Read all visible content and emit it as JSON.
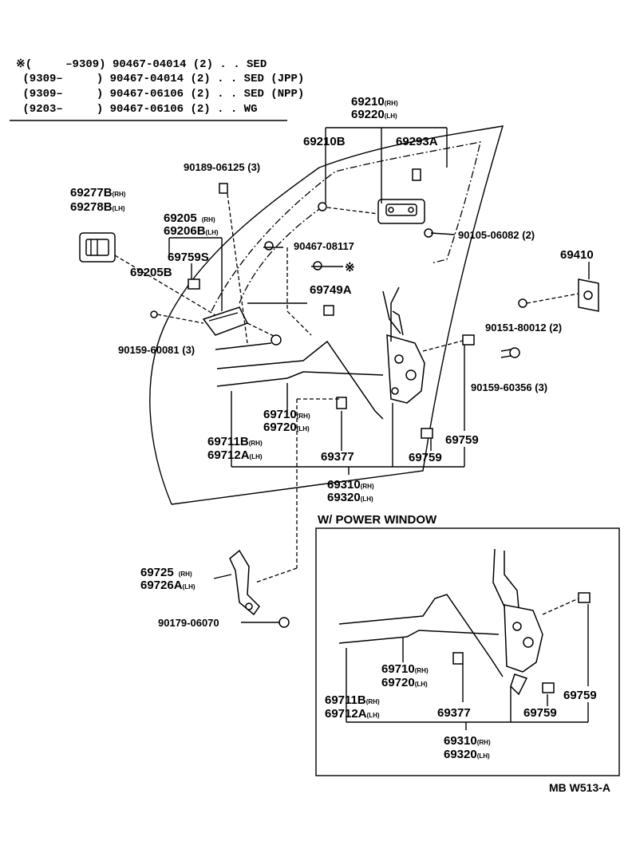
{
  "header_rows": [
    {
      "prefix": "※(     –9309)",
      "part": "90467-04014",
      "qty": "(2)",
      "desc": ". . SED"
    },
    {
      "prefix": " (9309–     )",
      "part": "90467-04014",
      "qty": "(2)",
      "desc": ". . SED (JPP)"
    },
    {
      "prefix": " (9309–     )",
      "part": "90467-06106",
      "qty": "(2)",
      "desc": ". . SED (NPP)"
    },
    {
      "prefix": " (9203–     )",
      "part": "90467-06106",
      "qty": "(2)",
      "desc": ". . WG"
    }
  ],
  "labels": {
    "p69210": "69210",
    "p69220": "69220",
    "p69210B": "69210B",
    "p69293A": "69293A",
    "p90189": "90189-06125 (3)",
    "p69277B": "69277B",
    "p69278B": "69278B",
    "p69205": "69205",
    "p69206B": "69206B",
    "p69759S": "69759S",
    "p69205B": "69205B",
    "p90467_08117": "90467-08117",
    "asterisk": "※",
    "p90105": "90105-06082 (2)",
    "p69410": "69410",
    "p90151": "90151-80012 (2)",
    "p69749A": "69749A",
    "p90159_60081": "90159-60081 (3)",
    "p90159_60356": "90159-60356 (3)",
    "p69710": "69710",
    "p69720": "69720",
    "p69711B": "69711B",
    "p69712A": "69712A",
    "p69377": "69377",
    "p69759a": "69759",
    "p69759b": "69759",
    "p69310": "69310",
    "p69320": "69320",
    "p69725": "69725",
    "p69726A": "69726A",
    "p90179": "90179-06070",
    "power_window": "W/ POWER WINDOW",
    "pw_69710": "69710",
    "pw_69720": "69720",
    "pw_69711B": "69711B",
    "pw_69712A": "69712A",
    "pw_69377": "69377",
    "pw_69759a": "69759",
    "pw_69759b": "69759",
    "pw_69310": "69310",
    "pw_69320": "69320",
    "code": "MB W513-A"
  },
  "side": {
    "rh": "(RH)",
    "lh": "(LH)"
  }
}
